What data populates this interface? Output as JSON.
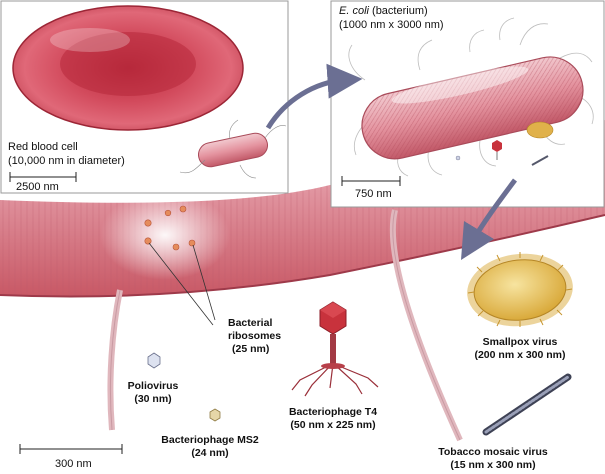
{
  "labels": {
    "rbc_line1": "Red blood cell",
    "rbc_line2": "(10,000 nm in diameter)",
    "rbc_scale": "2500 nm",
    "ecoli_name": "E. coli",
    "ecoli_suffix": " (bacterium)",
    "ecoli_size": "(1000 nm x 3000 nm)",
    "ecoli_scale": "750 nm",
    "ribo_line1": "Bacterial",
    "ribo_line2": "ribosomes",
    "ribo_line3": "(25 nm)",
    "smallpox_line1": "Smallpox virus",
    "smallpox_line2": "(200 nm x 300 nm)",
    "polio_line1": "Poliovirus",
    "polio_line2": "(30 nm)",
    "t4_line1": "Bacteriophage T4",
    "t4_line2": "(50 nm x 225 nm)",
    "ms2_line1": "Bacteriophage MS2",
    "ms2_line2": "(24 nm)",
    "tmv_line1": "Tobacco mosaic virus",
    "tmv_line2": "(15 nm x 300 nm)",
    "bottom_scale": "300 nm"
  },
  "colors": {
    "cell_red": "#c8404e",
    "cell_pink": "#e38a96",
    "smallpox_yellow": "#e6c34c",
    "phage_red": "#c8323c",
    "arrow": "#6b6f93"
  }
}
